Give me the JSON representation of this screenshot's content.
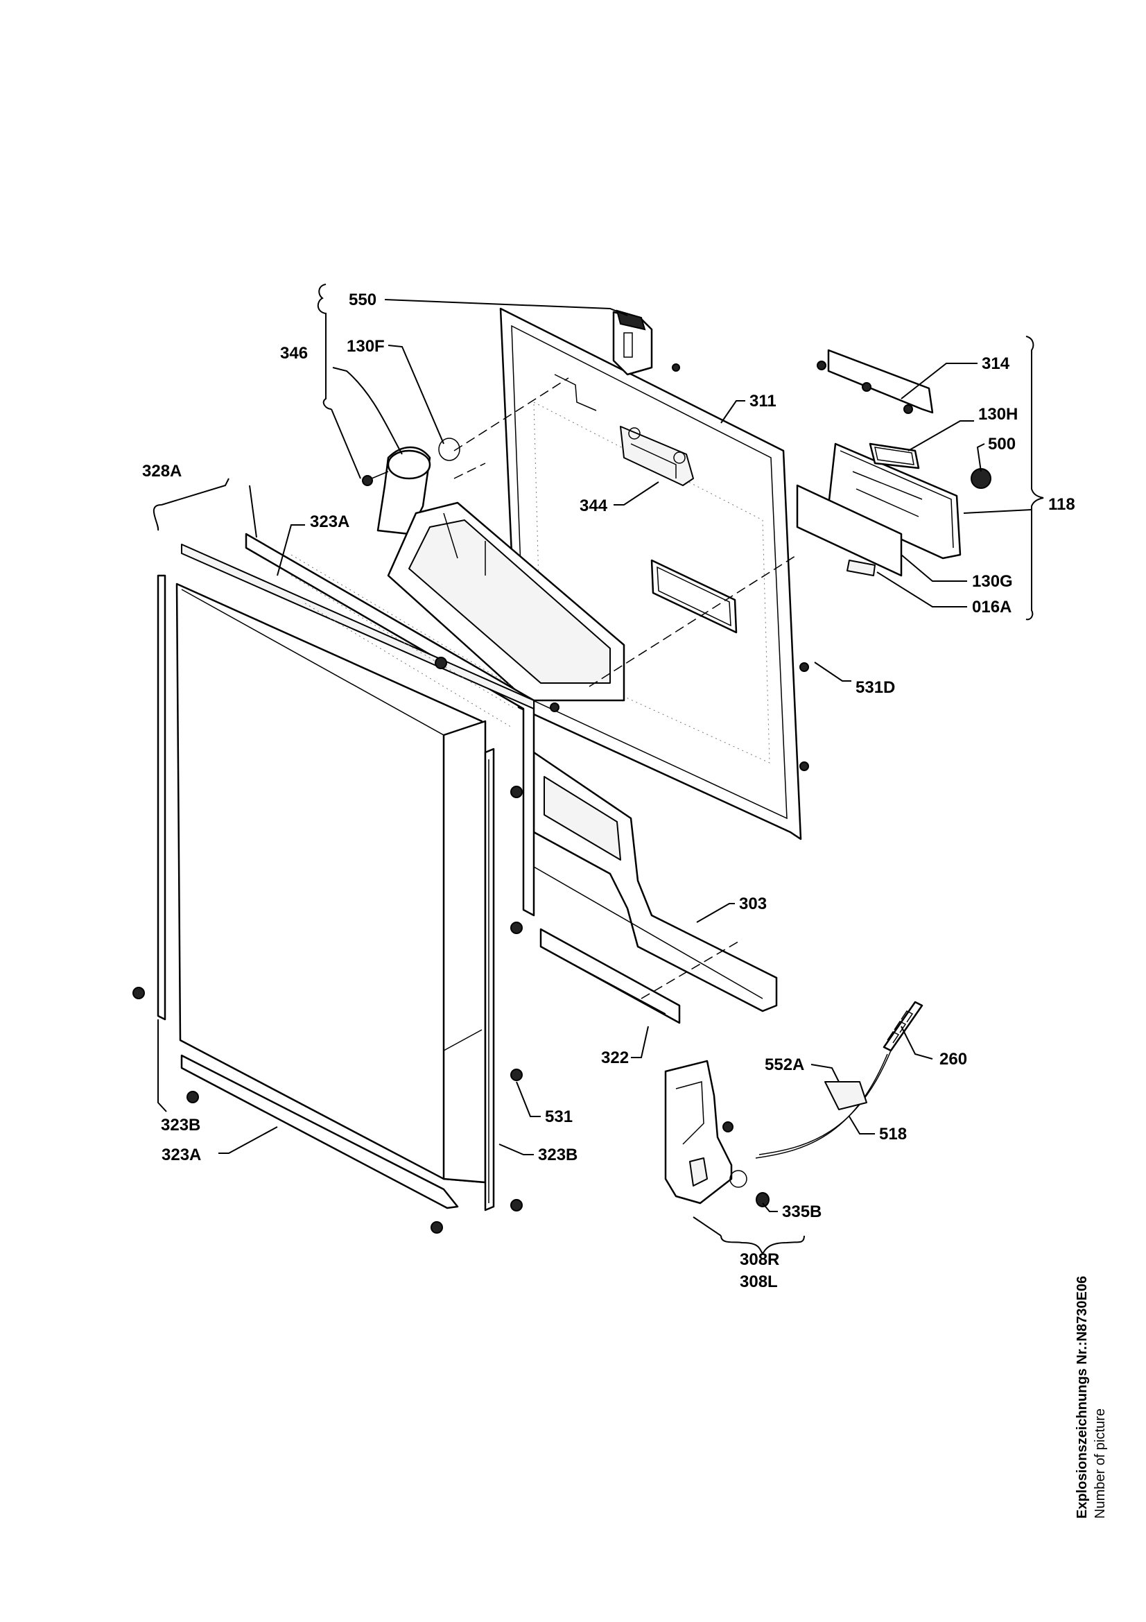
{
  "labels": {
    "l550": "550",
    "l346": "346",
    "l130F": "130F",
    "l311": "311",
    "l314": "314",
    "l130H": "130H",
    "l500": "500",
    "l118": "118",
    "l328A": "328A",
    "l323A_top": "323A",
    "l344": "344",
    "l130G": "130G",
    "l016A": "016A",
    "l531D": "531D",
    "l303": "303",
    "l322": "322",
    "l260": "260",
    "l552A": "552A",
    "l531": "531",
    "l518": "518",
    "l323B_left": "323B",
    "l323A_bottom": "323A",
    "l323B_right": "323B",
    "l335B": "335B",
    "l308R": "308R",
    "l308L": "308L"
  },
  "picture_number": {
    "title": "Explosionszeichnungs Nr.:N8730E06",
    "subtitle": "Number of picture"
  }
}
